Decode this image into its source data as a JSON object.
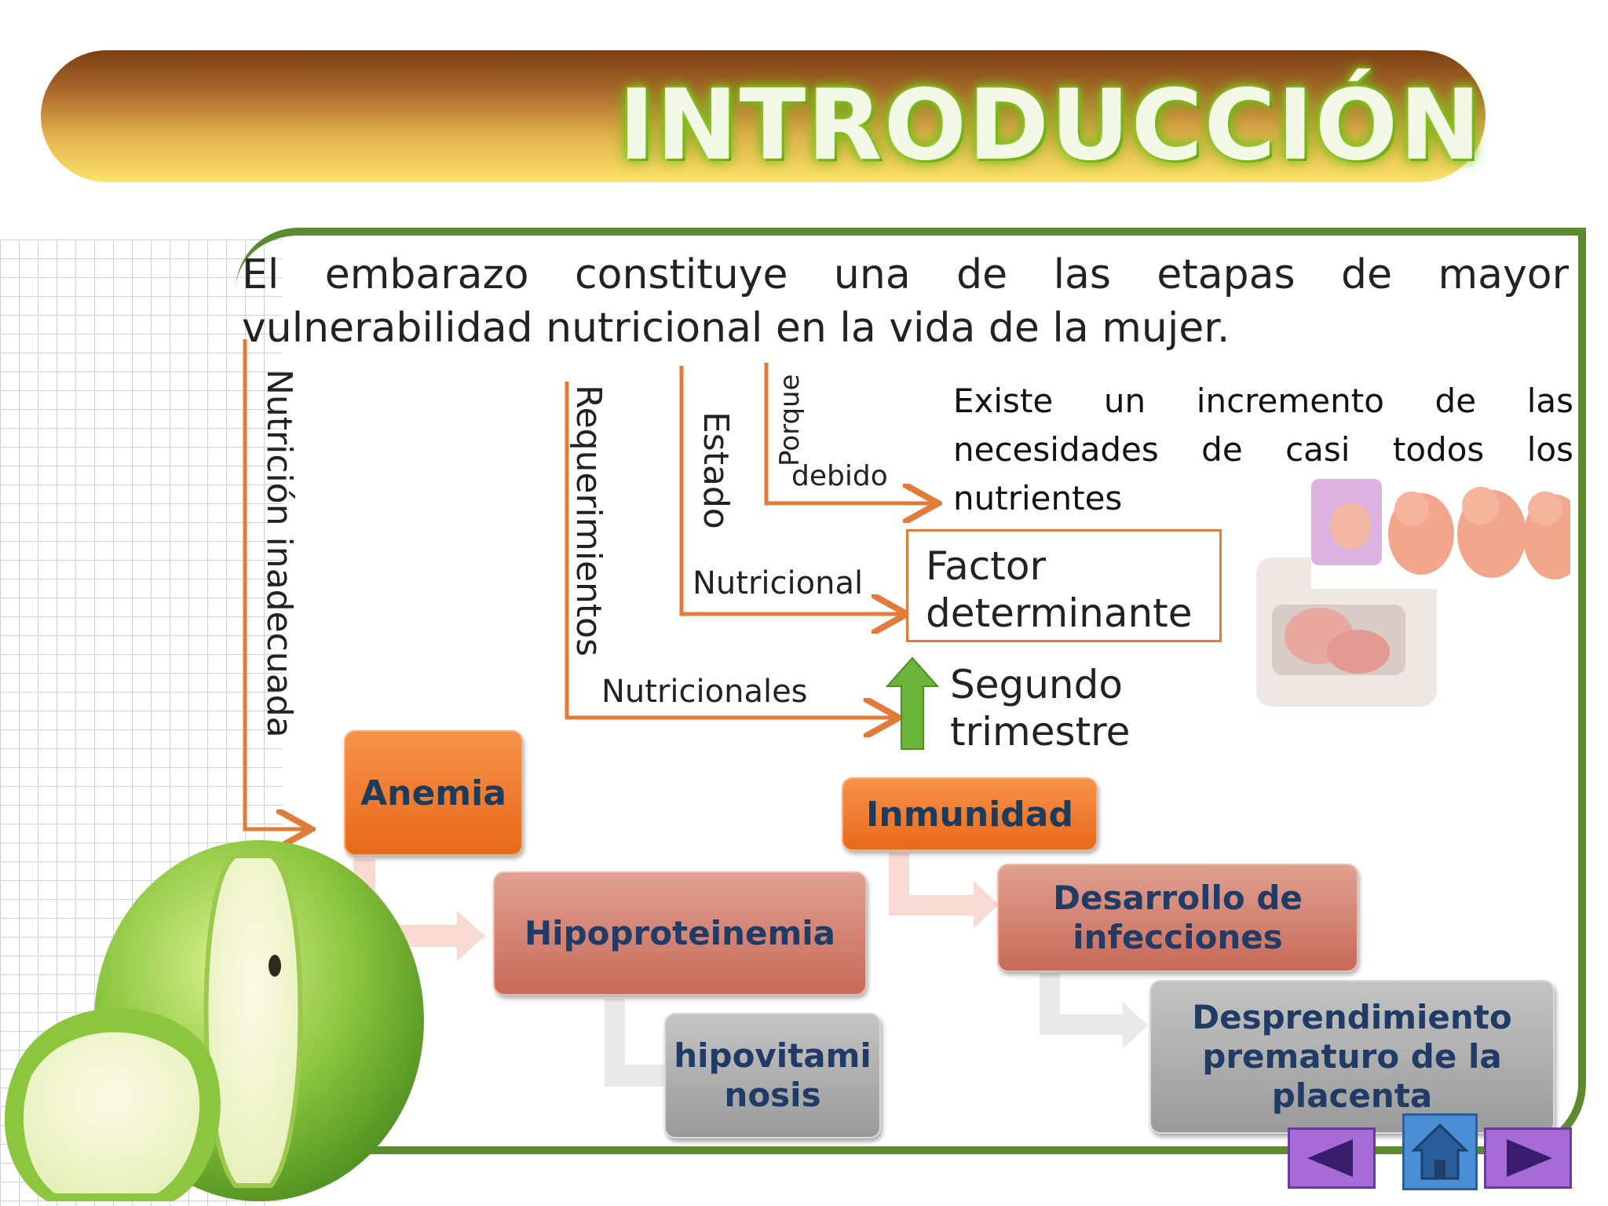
{
  "title": "INTRODUCCIÓN",
  "intro": "El embarazo constituye una de las etapas de mayor vulnerabilidad nutricional en la vida de la mujer.",
  "labels": {
    "nutricion_inadecuada": "Nutrición inadecuada",
    "requerimientos": "Requerimientos",
    "nutricionales": "Nutricionales",
    "estado": "Estado",
    "nutricional": "Nutricional",
    "porque": "Porque",
    "debido": "debido"
  },
  "paragraph": "Existe un incremento de las necesidades de casi todos los nutrientes",
  "factor": {
    "line1": "Factor",
    "line2": "determinante"
  },
  "segundo": {
    "line1": "Segundo",
    "line2": "trimestre"
  },
  "boxes": {
    "anemia": "Anemia",
    "hipoproteinemia": "Hipoproteinemia",
    "hipovitaminosis_1": "hipovitami",
    "hipovitaminosis_2": "nosis",
    "inmunidad": "Inmunidad",
    "infecciones_1": "Desarrollo de",
    "infecciones_2": "infecciones",
    "placenta_1": "Desprendimiento",
    "placenta_2": "prematuro de la",
    "placenta_3": "placenta"
  },
  "colors": {
    "accent_orange": "#e8691a",
    "panel_green": "#5c8a2e",
    "arrow_orange": "#e07b39",
    "up_arrow_green": "#6ab43a",
    "nav_purple": "#a66bd6",
    "nav_blue": "#4a8fd6"
  },
  "nav": {
    "prev": "prev-arrow-icon",
    "home": "home-icon",
    "next": "next-arrow-icon"
  }
}
